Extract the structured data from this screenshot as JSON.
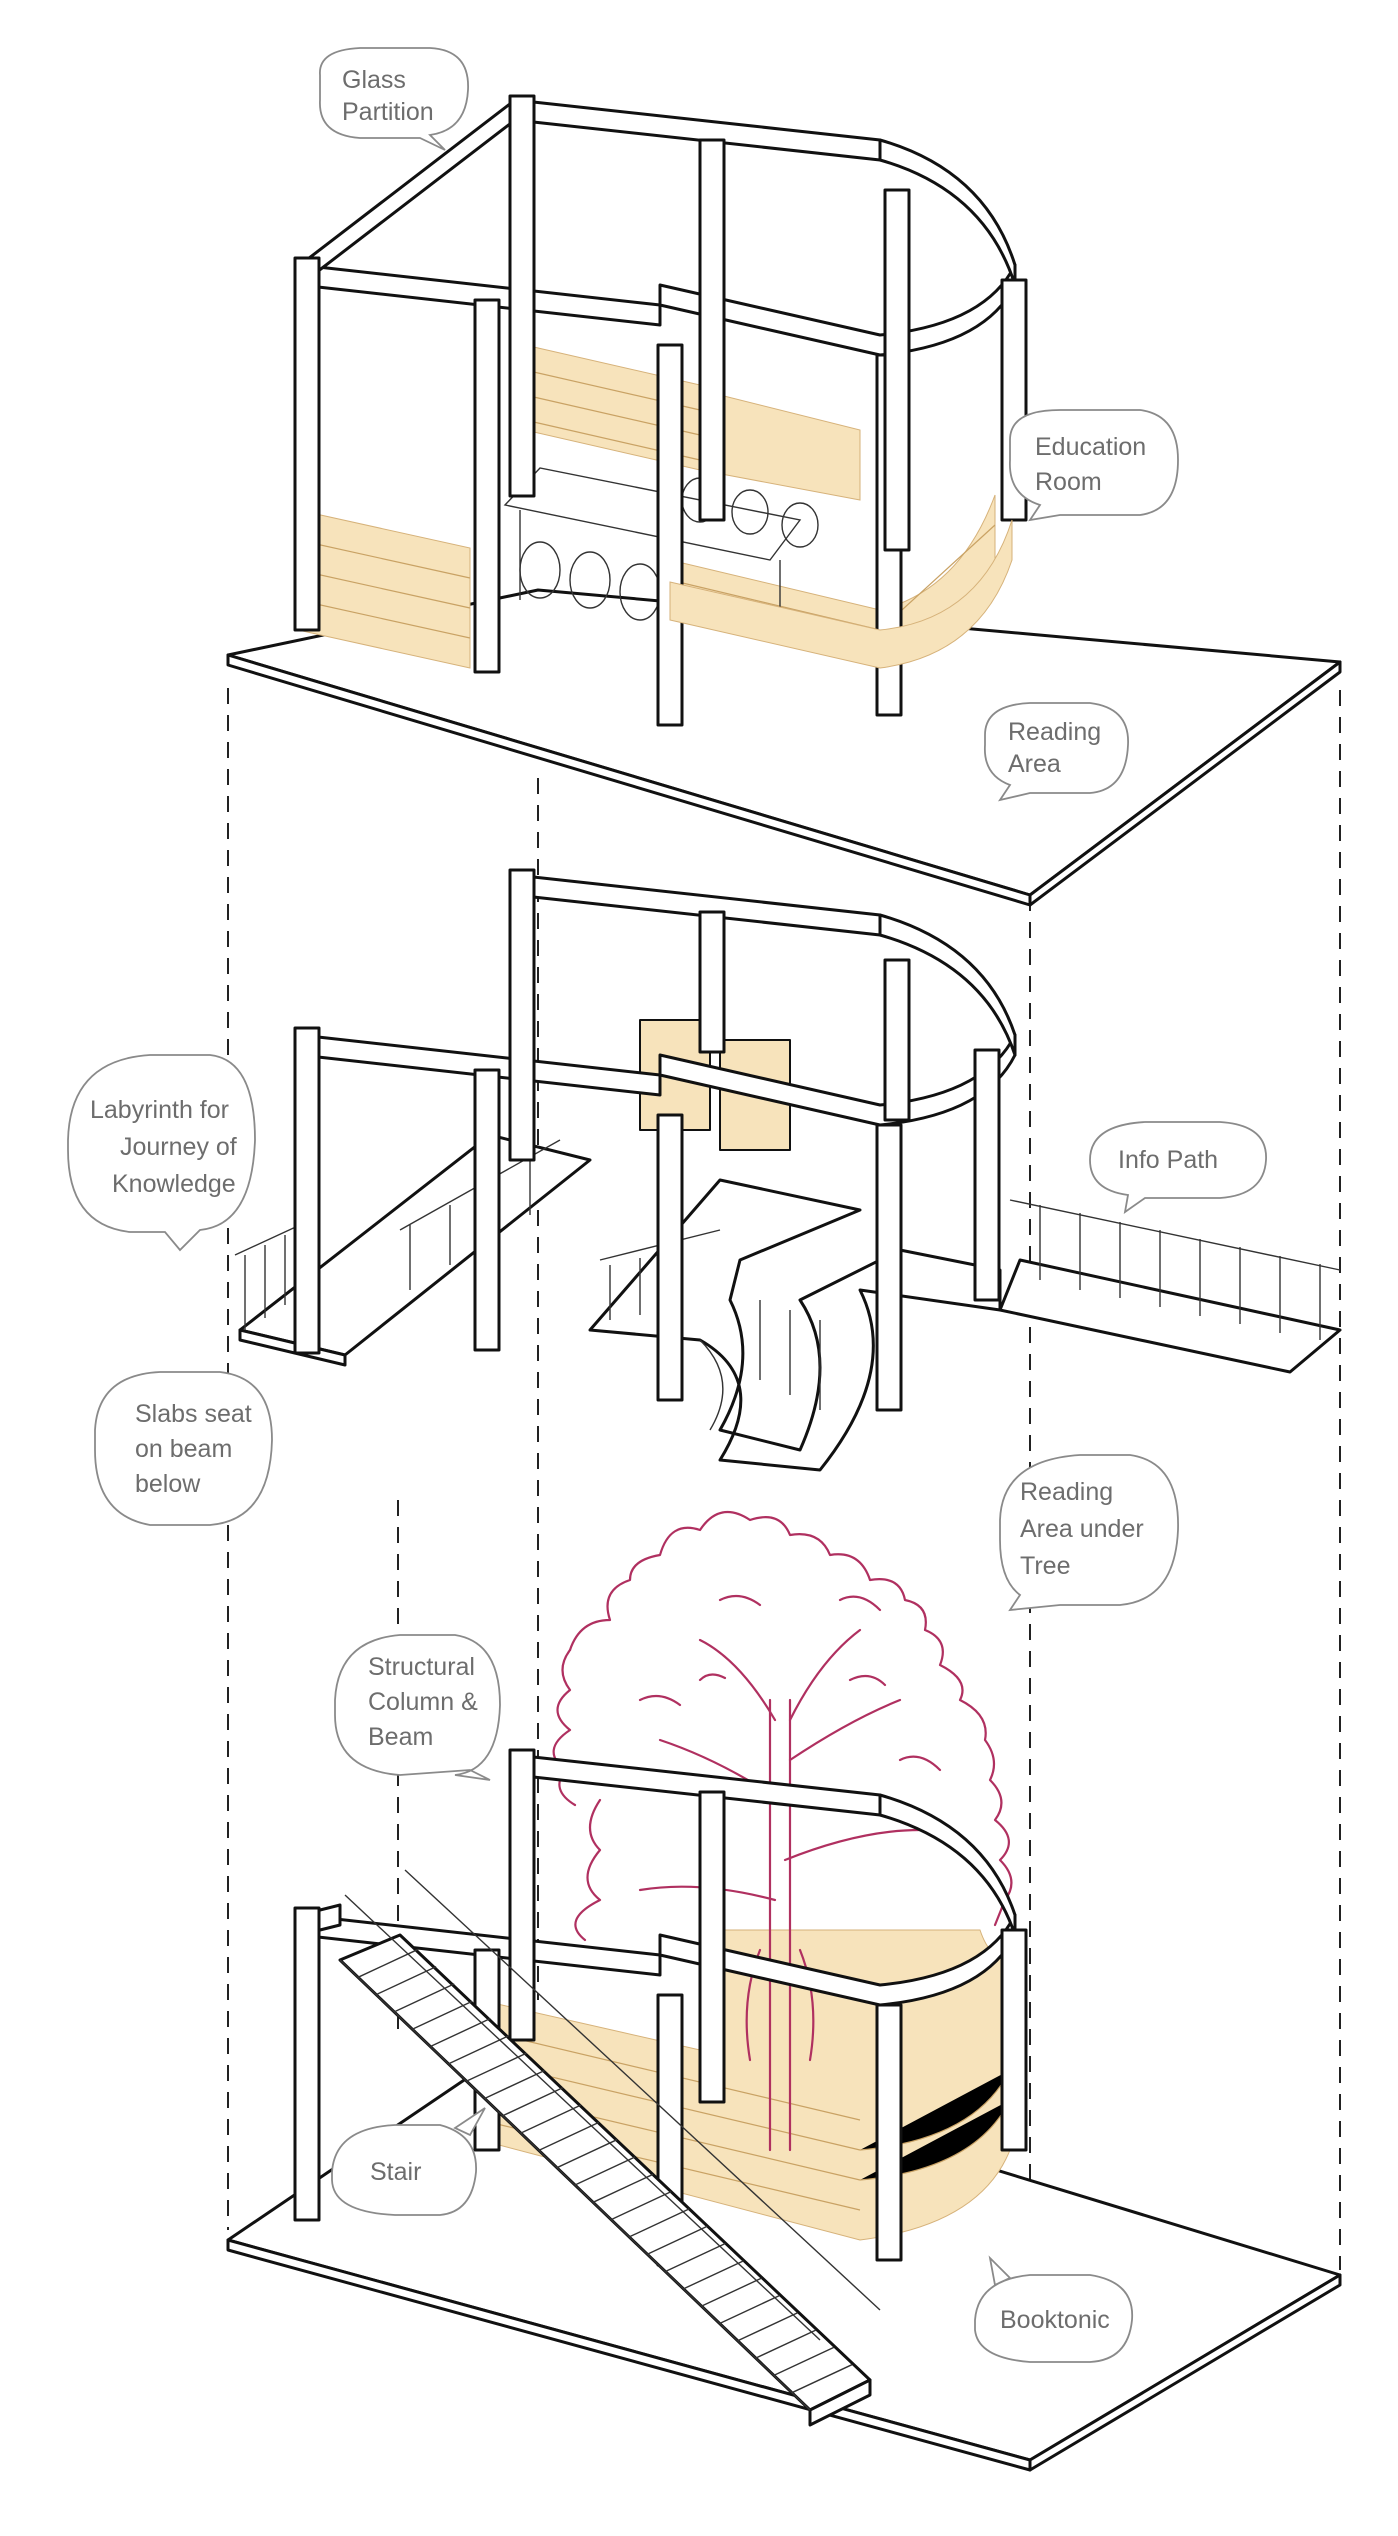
{
  "labels": {
    "glass_partition": [
      "Glass",
      "Partition"
    ],
    "education_room": [
      "Education",
      "Room"
    ],
    "reading_area": [
      "Reading",
      "Area"
    ],
    "labyrinth": [
      "Labyrinth for",
      "Journey of",
      "Knowledge"
    ],
    "info_path": [
      "Info Path"
    ],
    "slabs": [
      "Slabs seat",
      "on beam",
      "below"
    ],
    "reading_tree": [
      "Reading",
      "Area under",
      "Tree"
    ],
    "structural": [
      "Structural",
      "Column &",
      "Beam"
    ],
    "stair": [
      "Stair"
    ],
    "booktonic": [
      "Booktonic"
    ]
  },
  "colors": {
    "line": "#111111",
    "bubble_text": "#6d6d6d",
    "tree": "#b03060",
    "bookshelf": "#f7e3bb"
  }
}
